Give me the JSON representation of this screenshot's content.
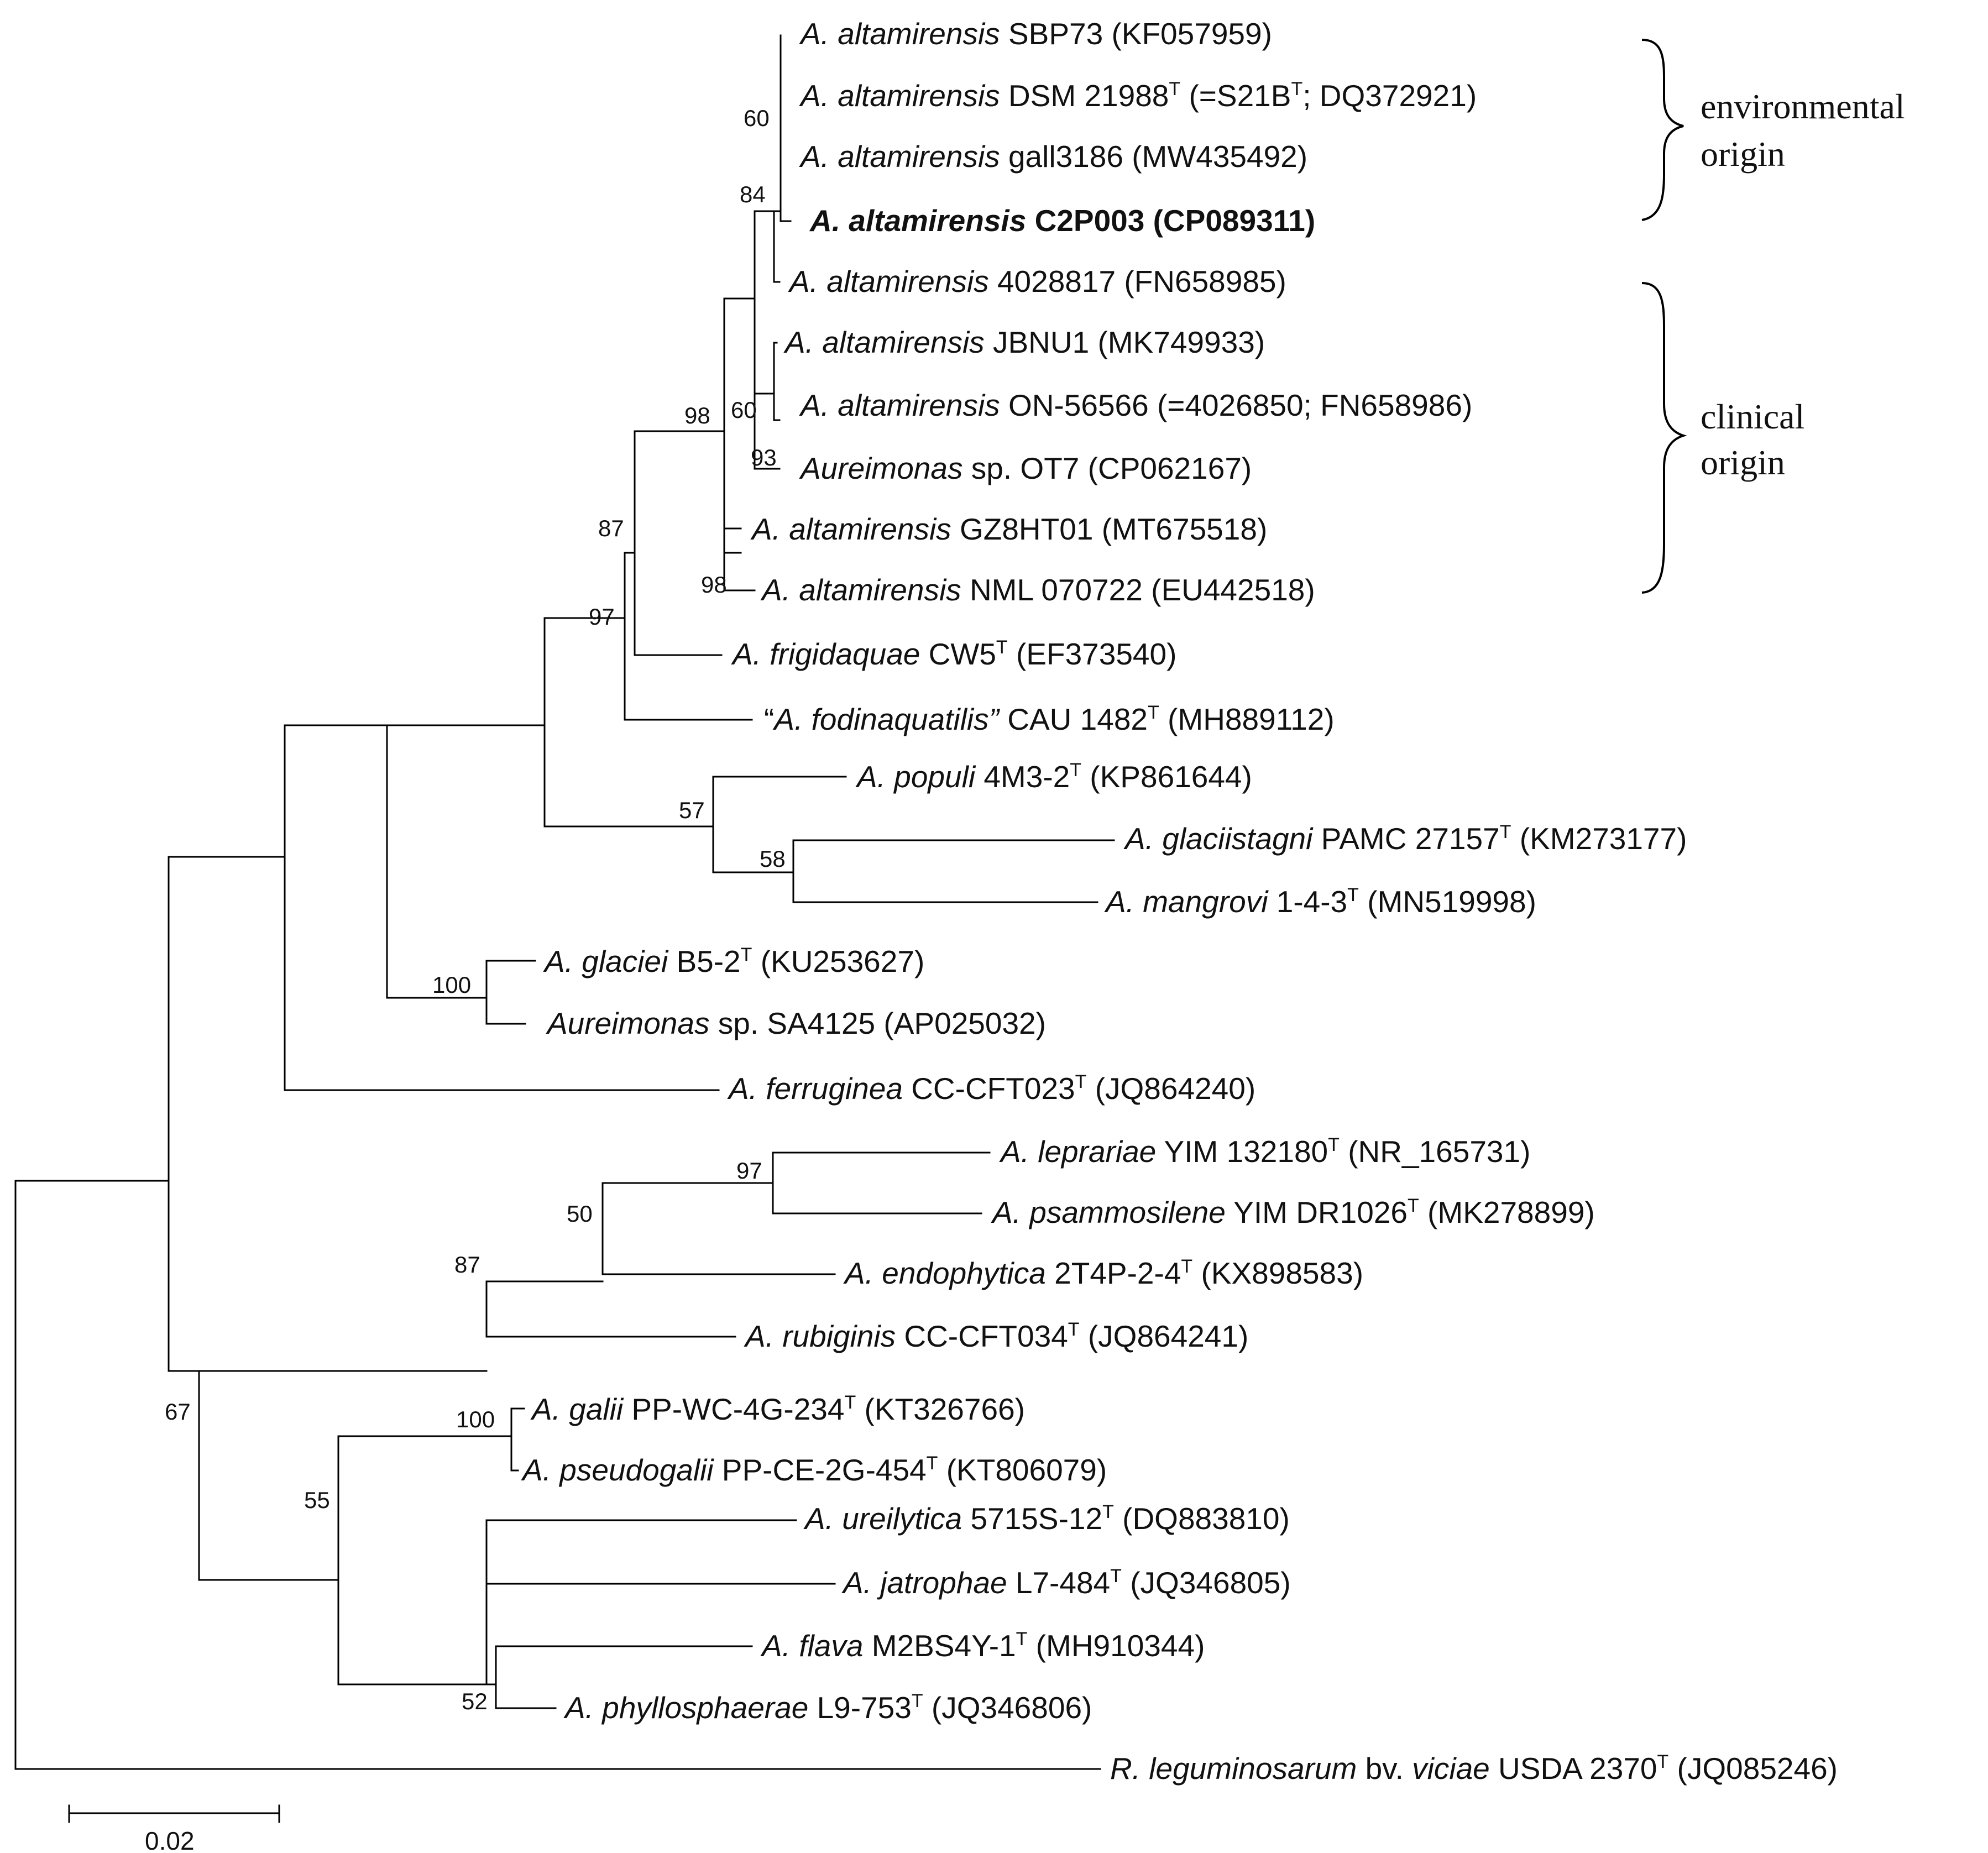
{
  "taxa": [
    {
      "id": "t1",
      "italic": "A. altamirensis",
      "rest": " SBP73 (KF057959)"
    },
    {
      "id": "t2",
      "italic": "A. altamirensis",
      "rest": " DSM 21988",
      "sup": "T",
      "after": " (=S21B",
      "sup2": "T",
      "after2": "; DQ372921)"
    },
    {
      "id": "t3",
      "italic": "A. altamirensis",
      "rest": " gall3186 (MW435492)"
    },
    {
      "id": "t4",
      "italic": "A. altamirensis",
      "rest": " C2P003 (CP089311)",
      "bold": true
    },
    {
      "id": "t5",
      "italic": "A. altamirensis",
      "rest": " 4028817 (FN658985)"
    },
    {
      "id": "t6",
      "italic": "A. altamirensis",
      "rest": " JBNU1 (MK749933)"
    },
    {
      "id": "t7",
      "italic": "A. altamirensis",
      "rest": " ON-56566 (=4026850; FN658986)"
    },
    {
      "id": "t8",
      "italic": "Aureimonas",
      "rest": " sp. OT7 (CP062167)"
    },
    {
      "id": "t9",
      "italic": "A. altamirensis",
      "rest": " GZ8HT01 (MT675518)"
    },
    {
      "id": "t10",
      "italic": "A. altamirensis",
      "rest": " NML 070722 (EU442518)"
    },
    {
      "id": "t11",
      "italic": "A. frigidaquae",
      "rest": " CW5",
      "sup": "T",
      "after": " (EF373540)"
    },
    {
      "id": "t12",
      "pre": "“",
      "italic": "A. fodinaquatilis”",
      "rest": " CAU 1482",
      "sup": "T",
      "after": " (MH889112)"
    },
    {
      "id": "t13",
      "italic": "A. populi",
      "rest": " 4M3-2",
      "sup": "T",
      "after": " (KP861644)"
    },
    {
      "id": "t14",
      "italic": "A. glaciistagni",
      "rest": " PAMC 27157",
      "sup": "T",
      "after": " (KM273177)"
    },
    {
      "id": "t15",
      "italic": "A. mangrovi",
      "rest": " 1-4-3",
      "sup": "T",
      "after": " (MN519998)"
    },
    {
      "id": "t16",
      "italic": "A. glaciei",
      "rest": " B5-2",
      "sup": "T",
      "after": " (KU253627)"
    },
    {
      "id": "t17",
      "italic": "Aureimonas",
      "rest": " sp. SA4125 (AP025032)"
    },
    {
      "id": "t18",
      "italic": "A. ferruginea",
      "rest": " CC-CFT023",
      "sup": "T",
      "after": " (JQ864240)"
    },
    {
      "id": "t19",
      "italic": "A. leprariae",
      "rest": " YIM 132180",
      "sup": "T",
      "after": " (NR_165731)"
    },
    {
      "id": "t20",
      "italic": "A. psammosilene",
      "rest": " YIM DR1026",
      "sup": "T",
      "after": " (MK278899)"
    },
    {
      "id": "t21",
      "italic": "A. endophytica",
      "rest": " 2T4P-2-4",
      "sup": "T",
      "after": " (KX898583)"
    },
    {
      "id": "t22",
      "italic": "A. rubiginis",
      "rest": " CC-CFT034",
      "sup": "T",
      "after": " (JQ864241)"
    },
    {
      "id": "t23",
      "italic": "A. galii",
      "rest": " PP-WC-4G-234",
      "sup": "T",
      "after": " (KT326766)"
    },
    {
      "id": "t24",
      "italic": "A. pseudogalii",
      "rest": " PP-CE-2G-454",
      "sup": "T",
      "after": " (KT806079)"
    },
    {
      "id": "t25",
      "italic": "A. ureilytica",
      "rest": " 5715S-12",
      "sup": "T",
      "after": " (DQ883810)"
    },
    {
      "id": "t26",
      "italic": "A. jatrophae",
      "rest": " L7-484",
      "sup": "T",
      "after": " (JQ346805)"
    },
    {
      "id": "t27",
      "italic": "A. flava",
      "rest": " M2BS4Y-1",
      "sup": "T",
      "after": " (MH910344)"
    },
    {
      "id": "t28",
      "italic": "A. phyllosphaerae",
      "rest": " L9-753",
      "sup": "T",
      "after": " (JQ346806)"
    },
    {
      "id": "t29",
      "italic": "R. leguminosarum",
      "rest": " bv. ",
      "italic2": "viciae",
      "after": " USDA 2370",
      "sup": "T",
      "after2": " (JQ085246)"
    }
  ],
  "bootstrap": [
    "60",
    "84",
    "60",
    "93",
    "98",
    "98",
    "87",
    "97",
    "57",
    "58",
    "100",
    "97",
    "50",
    "87",
    "100",
    "55",
    "52",
    "67"
  ],
  "clades": {
    "environmental": [
      "environmental",
      "origin"
    ],
    "clinical": [
      "clinical",
      "origin"
    ]
  },
  "scale": {
    "label": "0.02"
  }
}
